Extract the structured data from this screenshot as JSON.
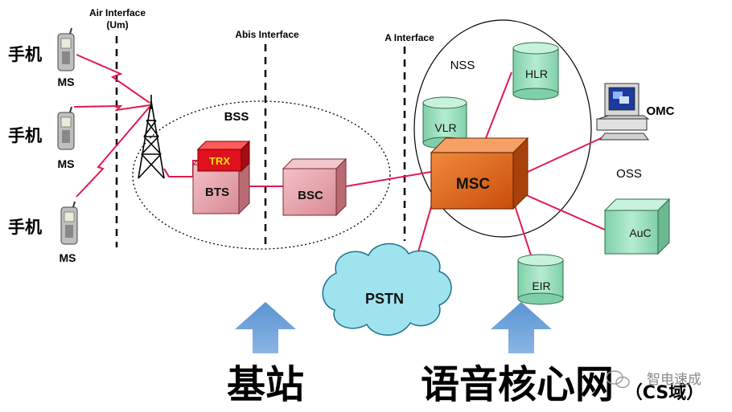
{
  "labels": {
    "air_interface": "Air Interface",
    "air_interface_um": "(Um)",
    "abis_interface": "Abis Interface",
    "a_interface": "A Interface",
    "phone_1": "手机",
    "phone_2": "手机",
    "phone_3": "手机",
    "ms_1": "MS",
    "ms_2": "MS",
    "ms_3": "MS",
    "bss": "BSS",
    "nss": "NSS",
    "oss": "OSS",
    "omc": "OMC",
    "trx": "TRX",
    "bts": "BTS",
    "bsc": "BSC",
    "msc": "MSC",
    "hlr": "HLR",
    "vlr": "VLR",
    "auc": "AuC",
    "eir": "EIR",
    "pstn": "PSTN",
    "base_station": "基站",
    "voice_core": "语音核心网",
    "cs_domain": "（CS域）",
    "watermark": "智电速成"
  },
  "colors": {
    "link": "#e0194f",
    "accent_blue": "#5b93d3",
    "msc_fill": "#e8641a",
    "bts_fill": "#e7a3ab",
    "trx_fill": "#e0101e",
    "trx_text": "#f5e400",
    "green_fill": "#9fe0bd",
    "cloud_fill": "#9fe3ef"
  }
}
